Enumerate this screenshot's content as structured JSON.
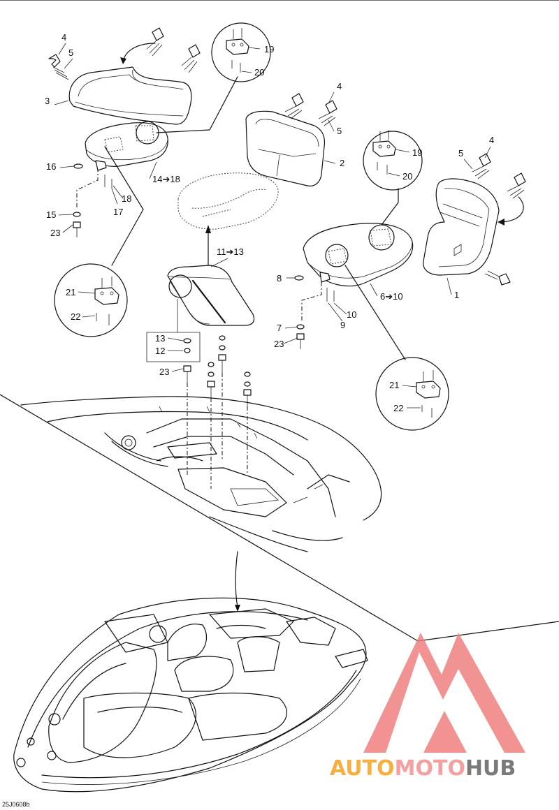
{
  "diagram": {
    "figure_code": "25J0608b",
    "callouts": {
      "c1": "1",
      "c2": "2",
      "c3": "3",
      "c4a": "4",
      "c4b": "4",
      "c4c": "4",
      "c5a": "5",
      "c5b": "5",
      "c5c": "5",
      "c6": "6",
      "c6to": "10",
      "c7": "7",
      "c8": "8",
      "c9": "9",
      "c10": "10",
      "c11": "11",
      "c11to": "13",
      "c12": "12",
      "c13": "13",
      "c14": "14",
      "c14to": "18",
      "c15": "15",
      "c16": "16",
      "c17": "17",
      "c18": "18",
      "c19a": "19",
      "c19b": "19",
      "c20a": "20",
      "c20b": "20",
      "c21a": "21",
      "c21b": "21",
      "c22a": "22",
      "c22b": "22",
      "c23a": "23",
      "c23b": "23",
      "c23c": "23"
    },
    "range_arrow": "➔"
  },
  "watermark": {
    "brand_part1": "AUTO",
    "brand_part2": "MOTO",
    "brand_part3": "HUB",
    "colors": {
      "auto": "#f5b041",
      "moto": "#f4a0a0",
      "hub": "#7a7a7a",
      "logo": "#f08080"
    }
  }
}
